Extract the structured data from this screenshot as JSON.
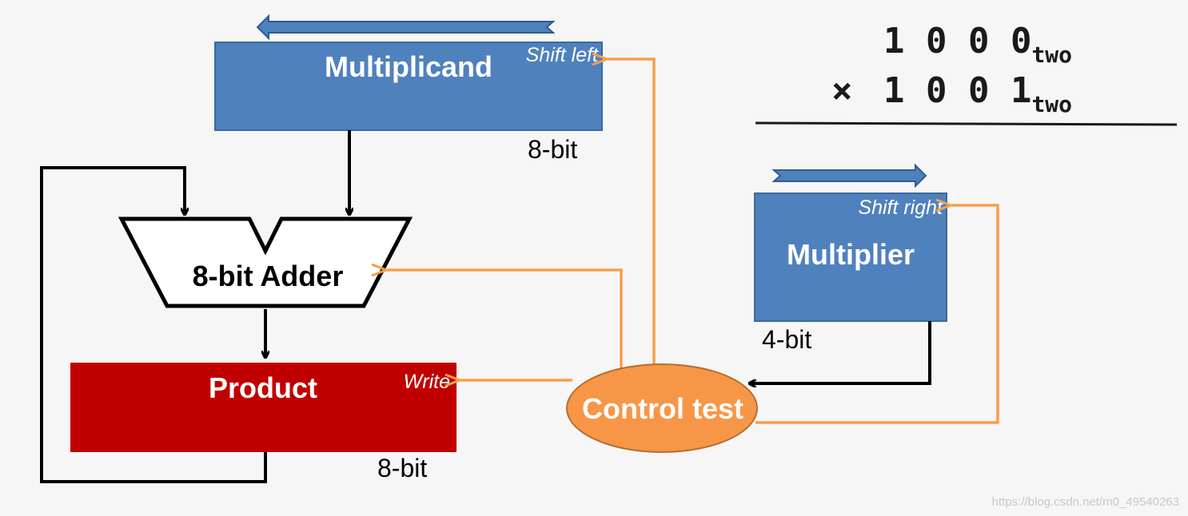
{
  "diagram": {
    "multiplicand": {
      "label": "Multiplicand",
      "action": "Shift left",
      "width": "8-bit"
    },
    "adder": {
      "label": "8-bit Adder"
    },
    "product": {
      "label": "Product",
      "action": "Write",
      "width": "8-bit"
    },
    "multiplier": {
      "label": "Multiplier",
      "action": "Shift right",
      "width": "4-bit"
    },
    "control": {
      "label": "Control test"
    }
  },
  "equation": {
    "row1": {
      "operator": "",
      "digits": "1 0 0 0",
      "base": "two"
    },
    "row2": {
      "operator": "×",
      "digits": "1 0 0 1",
      "base": "two"
    }
  },
  "watermark": "https://blog.csdn.net/m0_49540263",
  "colors": {
    "register_blue": "#4f81bd",
    "product_red": "#c00000",
    "control_orange": "#f79646",
    "control_line": "#f5a04a",
    "wire": "#000000"
  }
}
